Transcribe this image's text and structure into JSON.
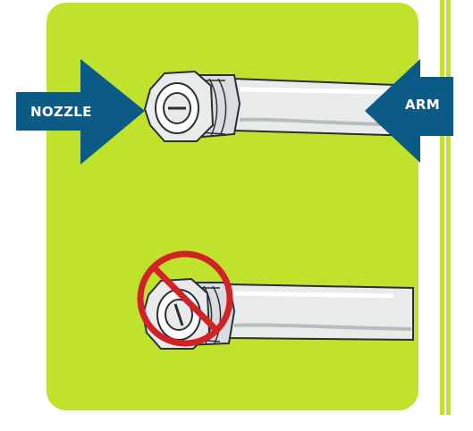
{
  "labels": {
    "nozzle": "NOZZLE",
    "arm": "ARM"
  },
  "colors": {
    "panel": "#bfe22d",
    "arrow": "#0c5a86",
    "prohibit": "#d32226",
    "metal": "#e9eaea",
    "metal_stroke": "#2a2f33",
    "nozzle_body": "#d9dde0"
  },
  "icons": {
    "prohibited": "no-symbol"
  }
}
